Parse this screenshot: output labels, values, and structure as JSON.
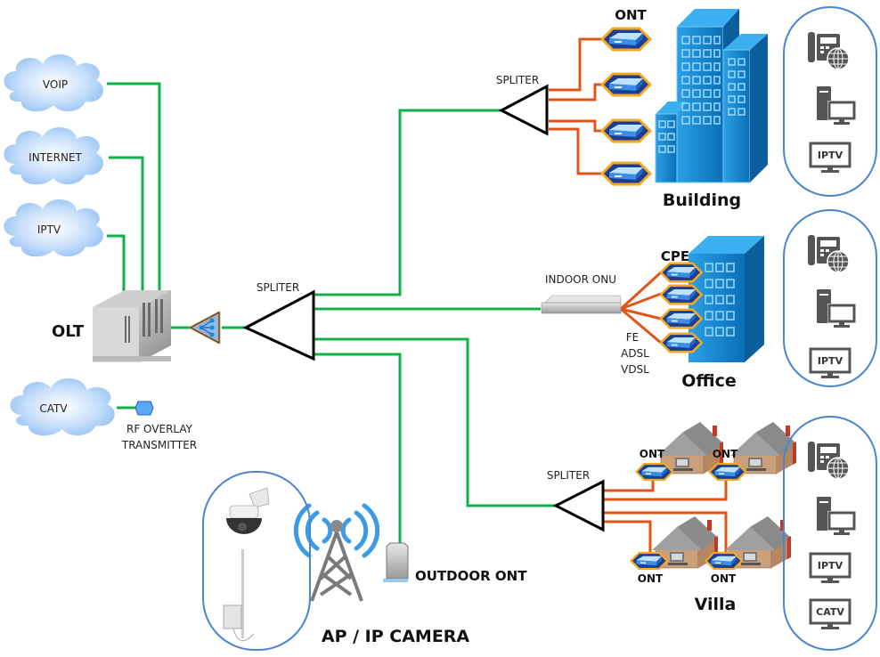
{
  "title": "GPON Network Topology",
  "colors": {
    "fiber_green": "#11b04a",
    "copper_orange": "#e0561a",
    "cloud_blue": "#a9cdf7",
    "building_blue": "#1a8ad0",
    "device_ring": "#f5a623",
    "panel_border": "#4a86cf",
    "icon_gray": "#555555"
  },
  "services": [
    {
      "label": "VOIP"
    },
    {
      "label": "INTERNET"
    },
    {
      "label": "IPTV"
    },
    {
      "label": "CATV"
    }
  ],
  "olt": {
    "label": "OLT"
  },
  "rf_overlay": {
    "line1": "RF OVERLAY",
    "line2": "TRANSMITTER"
  },
  "splitters": {
    "main": "SPLITER",
    "building": "SPLITER",
    "villa": "SPLITER"
  },
  "building": {
    "ont_label": "ONT",
    "name": "Building",
    "ont_count": 4
  },
  "office": {
    "onu_label": "INDOOR ONU",
    "cpe_label": "CPE",
    "interfaces": [
      "FE",
      "ADSL",
      "VDSL"
    ],
    "name": "Office"
  },
  "villa": {
    "ont_labels": [
      "ONT",
      "ONT",
      "ONT",
      "ONT"
    ],
    "name": "Villa"
  },
  "outdoor": {
    "ont_label": "OUTDOOR ONT",
    "name": "AP / IP CAMERA"
  },
  "panels": {
    "building": [
      "ip-phone-icon",
      "desktop-pc-icon",
      "IPTV"
    ],
    "office": [
      "ip-phone-icon",
      "desktop-pc-icon",
      "IPTV"
    ],
    "villa": [
      "ip-phone-icon",
      "desktop-pc-icon",
      "IPTV",
      "CATV"
    ]
  },
  "tv_labels": {
    "iptv": "IPTV",
    "catv": "CATV"
  }
}
